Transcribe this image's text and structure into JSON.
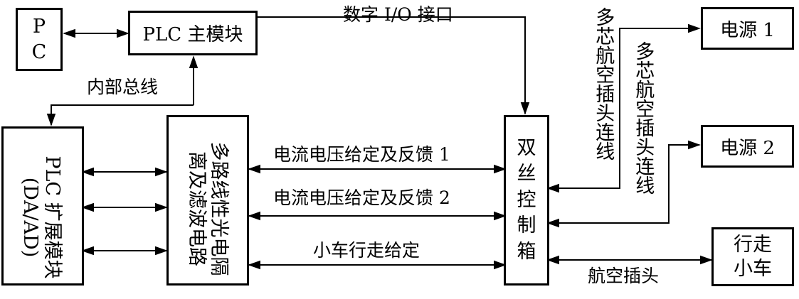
{
  "blocks": {
    "pc": [
      "P",
      "C"
    ],
    "plc_main": "PLC 主模块",
    "plc_ext_line1": "PLC 扩展模块",
    "plc_ext_line2": "(DA/AD)",
    "isolation_line1": "多路线性光电隔",
    "isolation_line2": "离及滤波电路",
    "dual_wire": [
      "双",
      "丝",
      "控",
      "制",
      "箱"
    ],
    "power1": "电源 1",
    "power2": "电源 2",
    "cart": [
      "行走",
      "小车"
    ]
  },
  "labels": {
    "digital_io": "数字 I/O 接口",
    "internal_bus": "内部总线",
    "feedback1": "电流电压给定及反馈 1",
    "feedback2": "电流电压给定及反馈 2",
    "cart_speed": "小车行走给定",
    "aviation_plug": "航空插头",
    "multicore1": "多芯航空插头连线",
    "multicore2": "多芯航空插头连线"
  }
}
